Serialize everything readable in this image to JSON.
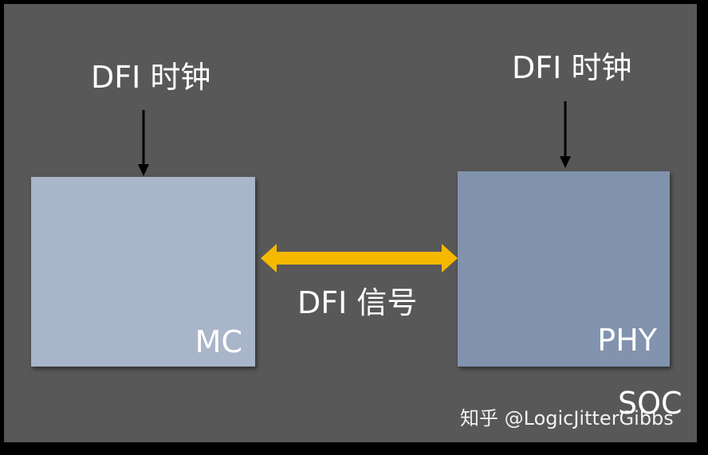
{
  "diagram": {
    "mc_clock_label": "DFI 时钟",
    "phy_clock_label": "DFI 时钟",
    "mc_block_label": "MC",
    "phy_block_label": "PHY",
    "signal_label": "DFI 信号",
    "soc_label": "SOC",
    "watermark": "知乎 @LogicJitterGibbs"
  },
  "colors": {
    "background": "#585858",
    "mc_block": "#a9b5c9",
    "phy_block": "#8193ad",
    "signal_arrow": "#f5b800",
    "clock_arrow": "#000000",
    "text": "#ffffff"
  }
}
